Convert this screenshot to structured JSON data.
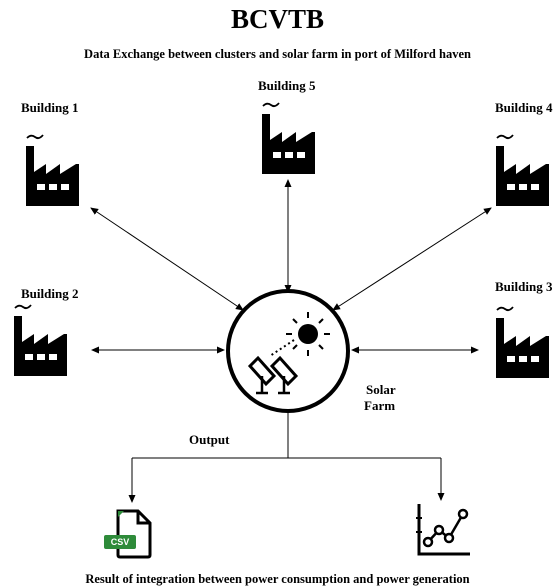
{
  "title": "BCVTB",
  "subtitle": "Data Exchange between clusters and solar farm in port of Milford haven",
  "buildings": [
    {
      "label": "Building 1",
      "icon": "factory-icon"
    },
    {
      "label": "Building 5",
      "icon": "factory-icon"
    },
    {
      "label": "Building 4",
      "icon": "factory-icon"
    },
    {
      "label": "Building 2",
      "icon": "factory-icon"
    },
    {
      "label": "Building 3",
      "icon": "factory-icon"
    }
  ],
  "hub": {
    "label_line1": "Solar",
    "label_line2": "Farm",
    "icon": "solar-farm-icon"
  },
  "output": {
    "label": "Output",
    "csv_badge": "CSV",
    "csv_icon": "csv-file-icon",
    "chart_icon": "line-chart-icon"
  },
  "caption": "Result of integration between power consumption and power generation"
}
